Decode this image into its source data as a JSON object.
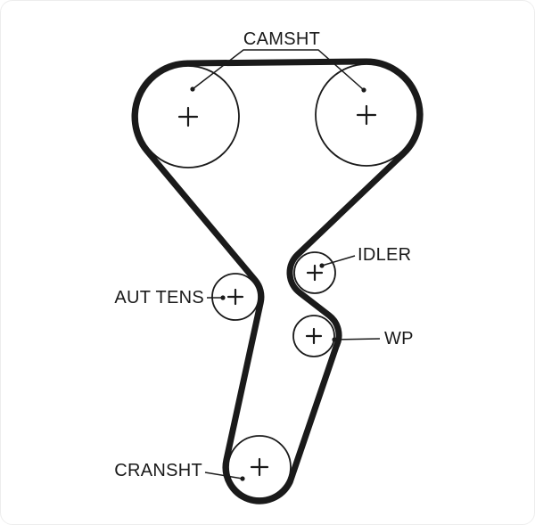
{
  "diagram": {
    "background_color": "#ffffff",
    "ink_color": "#1a1a1a",
    "labels": {
      "camshaft": "CAMSHT",
      "idler": "IDLER",
      "tensioner": "AUT TENS",
      "water_pump": "WP",
      "crankshaft": "CRANSHT"
    }
  }
}
